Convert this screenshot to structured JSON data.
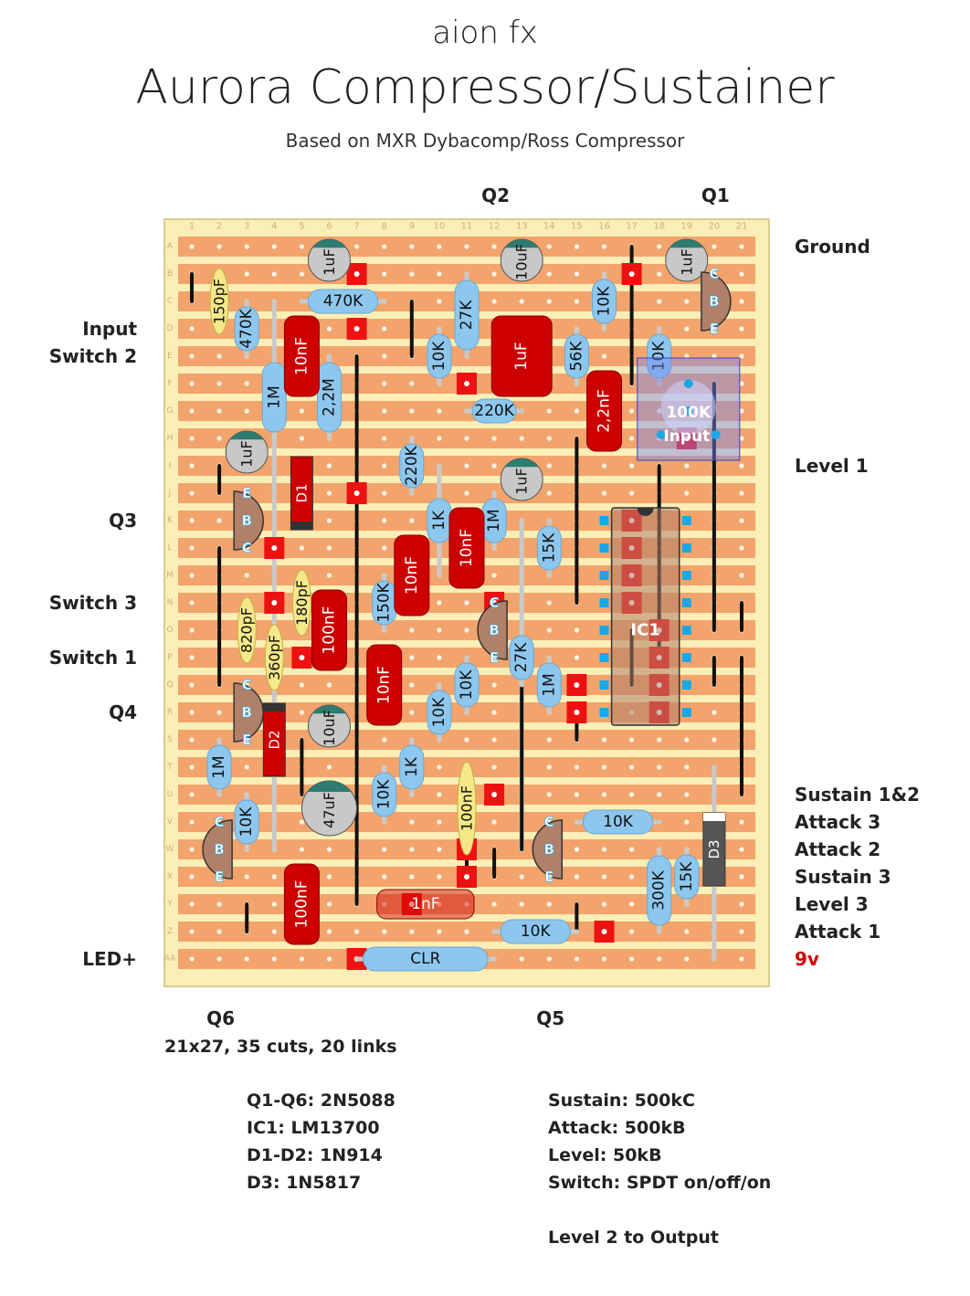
{
  "header": {
    "brand": "aion fx",
    "title": "Aurora Compressor/Sustainer",
    "subtitle": "Based on MXR Dybacomp/Ross Compressor"
  },
  "board": {
    "columns": [
      "1",
      "2",
      "3",
      "4",
      "5",
      "6",
      "7",
      "8",
      "9",
      "10",
      "11",
      "12",
      "13",
      "14",
      "15",
      "16",
      "17",
      "18",
      "19",
      "20",
      "21"
    ],
    "rows": [
      "A",
      "B",
      "C",
      "D",
      "E",
      "F",
      "G",
      "H",
      "I",
      "J",
      "K",
      "L",
      "M",
      "N",
      "O",
      "P",
      "Q",
      "R",
      "S",
      "T",
      "U",
      "V",
      "W",
      "X",
      "Y",
      "Z",
      "AA"
    ],
    "stats": "21x27, 35 cuts, 20 links"
  },
  "colors": {
    "board": "#fbeeb6",
    "strip": "#f2a46c",
    "cut": "#ee1111",
    "resistor": "#8ec7ee",
    "film_cap": "#cc0000",
    "ceramic_cap": "#f5e88a",
    "transistor": "#b0806a",
    "electrolytic": "#c8c8c8",
    "link": "#111111",
    "lead": "#c9c9c9"
  },
  "labels": {
    "top": [
      {
        "text": "Q2",
        "col": 12
      },
      {
        "text": "Q1",
        "col": 20
      }
    ],
    "bottom": [
      {
        "text": "Q6",
        "col": 2
      },
      {
        "text": "Q5",
        "col": 14
      }
    ],
    "left": [
      {
        "text": "Input",
        "row": "D"
      },
      {
        "text": "Switch 2",
        "row": "E"
      },
      {
        "text": "Q3",
        "row": "K"
      },
      {
        "text": "Switch 3",
        "row": "N"
      },
      {
        "text": "Switch 1",
        "row": "P"
      },
      {
        "text": "Q4",
        "row": "R"
      },
      {
        "text": "LED+",
        "row": "AA"
      }
    ],
    "right": [
      {
        "text": "Ground",
        "row": "A",
        "color": ""
      },
      {
        "text": "Level 1",
        "row": "I",
        "color": ""
      },
      {
        "text": "Sustain 1&2",
        "row": "U",
        "color": ""
      },
      {
        "text": "Attack 3",
        "row": "V",
        "color": ""
      },
      {
        "text": "Attack 2",
        "row": "W",
        "color": ""
      },
      {
        "text": "Sustain 3",
        "row": "X",
        "color": ""
      },
      {
        "text": "Level 3",
        "row": "Y",
        "color": ""
      },
      {
        "text": "Attack 1",
        "row": "Z",
        "color": ""
      },
      {
        "text": "9v",
        "row": "AA",
        "color": "red"
      }
    ]
  },
  "components": {
    "resistors": [
      {
        "label": "470K",
        "c1": 3,
        "r1": "C",
        "c2": 3,
        "r2": "E"
      },
      {
        "label": "1M",
        "c1": 4,
        "r1": "E",
        "c2": 4,
        "r2": "H"
      },
      {
        "label": "2,2M",
        "c1": 6,
        "r1": "E",
        "c2": 6,
        "r2": "H"
      },
      {
        "label": "470K",
        "c1": 5,
        "r1": "C",
        "c2": 8,
        "r2": "C"
      },
      {
        "label": "10K",
        "c1": 10,
        "r1": "D",
        "c2": 10,
        "r2": "F"
      },
      {
        "label": "27K",
        "c1": 11,
        "r1": "B",
        "c2": 11,
        "r2": "E"
      },
      {
        "label": "220K",
        "c1": 11,
        "r1": "G",
        "c2": 13,
        "r2": "G"
      },
      {
        "label": "220K",
        "c1": 9,
        "r1": "H",
        "c2": 9,
        "r2": "J"
      },
      {
        "label": "10K",
        "c1": 16,
        "r1": "B",
        "c2": 16,
        "r2": "D"
      },
      {
        "label": "56K",
        "c1": 15,
        "r1": "D",
        "c2": 15,
        "r2": "F"
      },
      {
        "label": "10K",
        "c1": 18,
        "r1": "D",
        "c2": 18,
        "r2": "F"
      },
      {
        "label": "1K",
        "c1": 10,
        "r1": "J",
        "c2": 10,
        "r2": "L"
      },
      {
        "label": "1M",
        "c1": 12,
        "r1": "J",
        "c2": 12,
        "r2": "L"
      },
      {
        "label": "15K",
        "c1": 14,
        "r1": "K",
        "c2": 14,
        "r2": "M"
      },
      {
        "label": "150K",
        "c1": 8,
        "r1": "M",
        "c2": 8,
        "r2": "O"
      },
      {
        "label": "27K",
        "c1": 13,
        "r1": "O",
        "c2": 13,
        "r2": "Q"
      },
      {
        "label": "1M",
        "c1": 14,
        "r1": "P",
        "c2": 14,
        "r2": "R"
      },
      {
        "label": "10K",
        "c1": 10,
        "r1": "Q",
        "c2": 10,
        "r2": "S"
      },
      {
        "label": "10K",
        "c1": 11,
        "r1": "P",
        "c2": 11,
        "r2": "R"
      },
      {
        "label": "1K",
        "c1": 9,
        "r1": "S",
        "c2": 9,
        "r2": "U"
      },
      {
        "label": "10K",
        "c1": 8,
        "r1": "T",
        "c2": 8,
        "r2": "V"
      },
      {
        "label": "1M",
        "c1": 2,
        "r1": "S",
        "c2": 2,
        "r2": "U"
      },
      {
        "label": "10K",
        "c1": 3,
        "r1": "U",
        "c2": 3,
        "r2": "W"
      },
      {
        "label": "10K",
        "c1": 15,
        "r1": "V",
        "c2": 18,
        "r2": "V"
      },
      {
        "label": "300K",
        "c1": 18,
        "r1": "W",
        "c2": 18,
        "r2": "Z"
      },
      {
        "label": "15K",
        "c1": 19,
        "r1": "W",
        "c2": 19,
        "r2": "Y"
      },
      {
        "label": "10K",
        "c1": 12,
        "r1": "Z",
        "c2": 15,
        "r2": "Z"
      },
      {
        "label": "CLR",
        "c1": 7,
        "r1": "AA",
        "c2": 12,
        "r2": "AA"
      }
    ],
    "film_caps": [
      {
        "label": "10nF",
        "col": 5,
        "r1": "D",
        "r2": "F"
      },
      {
        "label": "1uF",
        "col": 13,
        "r1": "D",
        "r2": "F"
      },
      {
        "label": "2,2nF",
        "col": 16,
        "r1": "F",
        "r2": "H"
      },
      {
        "label": "10nF",
        "col": 11,
        "r1": "K",
        "r2": "M"
      },
      {
        "label": "10nF",
        "col": 9,
        "r1": "L",
        "r2": "N"
      },
      {
        "label": "100nF",
        "col": 6,
        "r1": "N",
        "r2": "P"
      },
      {
        "label": "10nF",
        "col": 8,
        "r1": "P",
        "r2": "R"
      },
      {
        "label": "100nF",
        "col": 5,
        "r1": "X",
        "r2": "Z"
      }
    ],
    "ceramic_caps": [
      {
        "label": "150pF",
        "col": 2,
        "r1": "B",
        "r2": "D"
      },
      {
        "label": "180pF",
        "col": 5,
        "r1": "M",
        "r2": "O"
      },
      {
        "label": "820pF",
        "col": 3,
        "r1": "N",
        "r2": "P"
      },
      {
        "label": "360pF",
        "col": 4,
        "r1": "O",
        "r2": "Q"
      },
      {
        "label": "100nF",
        "col": 11,
        "r1": "T",
        "r2": "W"
      }
    ],
    "h_cap": {
      "label": "1nF",
      "c1": 8,
      "c2": 11,
      "row": "Y"
    },
    "electrolytics": [
      {
        "label": "1uF",
        "col": 6,
        "row": "A",
        "rot": -90
      },
      {
        "label": "10uF",
        "col": 13,
        "row": "A",
        "rot": -90
      },
      {
        "label": "1uF",
        "col": 19,
        "row": "A",
        "rot": -90
      },
      {
        "label": "1uF",
        "col": 3,
        "row": "H",
        "rot": -90
      },
      {
        "label": "1uF",
        "col": 13,
        "row": "I",
        "rot": -90
      },
      {
        "label": "10uF",
        "col": 6,
        "row": "R",
        "rot": -90
      },
      {
        "label": "47uF",
        "col": 6,
        "row": "U",
        "rot": -90
      }
    ],
    "transistors": [
      {
        "col": 20,
        "rows": [
          "B",
          "C",
          "D"
        ],
        "pins": [
          "C",
          "B",
          "E"
        ],
        "flat": "left"
      },
      {
        "col": 3,
        "rows": [
          "J",
          "K",
          "L"
        ],
        "pins": [
          "E",
          "B",
          "C"
        ],
        "flat": "left"
      },
      {
        "col": 12,
        "rows": [
          "N",
          "O",
          "P"
        ],
        "pins": [
          "C",
          "B",
          "E"
        ],
        "flat": "right"
      },
      {
        "col": 3,
        "rows": [
          "Q",
          "R",
          "S"
        ],
        "pins": [
          "C",
          "B",
          "E"
        ],
        "flat": "left"
      },
      {
        "col": 2,
        "rows": [
          "V",
          "W",
          "X"
        ],
        "pins": [
          "C",
          "B",
          "E"
        ],
        "flat": "right"
      },
      {
        "col": 14,
        "rows": [
          "V",
          "W",
          "X"
        ],
        "pins": [
          "C",
          "B",
          "E"
        ],
        "flat": "right"
      }
    ],
    "diodes": [
      {
        "label": "D1",
        "col": 5,
        "r1": "I",
        "r2": "K",
        "band": "bottom"
      },
      {
        "label": "D2",
        "col": 4,
        "r1": "R",
        "r2": "T",
        "band": "top"
      },
      {
        "label": "D3",
        "col": 20,
        "r1": "V",
        "r2": "X",
        "band": "top"
      }
    ],
    "ic": {
      "label": "IC1",
      "c1": 17,
      "c2": 18,
      "r1": "K",
      "r2": "R"
    },
    "trimmer": {
      "value": "100K",
      "name": "Input",
      "col": 19,
      "row": "F"
    }
  },
  "links": [
    {
      "col": 1,
      "r1": "B",
      "r2": "C"
    },
    {
      "col": 9,
      "r1": "C",
      "r2": "E"
    },
    {
      "col": 7,
      "r1": "E",
      "r2": "Y"
    },
    {
      "col": 17,
      "r1": "A",
      "r2": "F"
    },
    {
      "col": 15,
      "r1": "H",
      "r2": "N"
    },
    {
      "col": 18,
      "r1": "I",
      "r2": "P"
    },
    {
      "col": 20,
      "r1": "F",
      "r2": "O"
    },
    {
      "col": 2,
      "r1": "I",
      "r2": "J"
    },
    {
      "col": 2,
      "r1": "L",
      "r2": "Q"
    },
    {
      "col": 5,
      "r1": "S",
      "r2": "U"
    },
    {
      "col": 11,
      "r1": "U",
      "r2": "X"
    },
    {
      "col": 12,
      "r1": "W",
      "r2": "X"
    },
    {
      "col": 21,
      "r1": "N",
      "r2": "O"
    },
    {
      "col": 21,
      "r1": "P",
      "r2": "U"
    },
    {
      "col": 20,
      "r1": "P",
      "r2": "Q"
    },
    {
      "col": 15,
      "r1": "R",
      "r2": "S"
    },
    {
      "col": 3,
      "r1": "Y",
      "r2": "Z"
    },
    {
      "col": 15,
      "r1": "Y",
      "r2": "Z"
    },
    {
      "col": 17,
      "r1": "O",
      "r2": "Q"
    },
    {
      "col": 13,
      "r1": "Q",
      "r2": "W"
    }
  ],
  "bare_wires": [
    {
      "col": 4,
      "r1": "C",
      "r2": "W"
    },
    {
      "col": 13,
      "r1": "K",
      "r2": "W"
    },
    {
      "col": 20,
      "r1": "T",
      "r2": "AA"
    },
    {
      "col": 10,
      "r1": "I",
      "r2": "M"
    }
  ],
  "cuts": [
    {
      "col": 7,
      "row": "B"
    },
    {
      "col": 7,
      "row": "D"
    },
    {
      "col": 17,
      "row": "B"
    },
    {
      "col": 11,
      "row": "F"
    },
    {
      "col": 7,
      "row": "J"
    },
    {
      "col": 4,
      "row": "L"
    },
    {
      "col": 4,
      "row": "N"
    },
    {
      "col": 12,
      "row": "N"
    },
    {
      "col": 5,
      "row": "P"
    },
    {
      "col": 15,
      "row": "Q"
    },
    {
      "col": 15,
      "row": "R"
    },
    {
      "col": 12,
      "row": "U"
    },
    {
      "col": 11,
      "row": "W"
    },
    {
      "col": 11,
      "row": "X"
    },
    {
      "col": 16,
      "row": "Z"
    },
    {
      "col": 19,
      "row": "H"
    },
    {
      "col": 7,
      "row": "AA"
    },
    {
      "col": 9,
      "row": "Y"
    },
    {
      "col": 17,
      "row": "K"
    },
    {
      "col": 17,
      "row": "L"
    },
    {
      "col": 17,
      "row": "M"
    },
    {
      "col": 17,
      "row": "N"
    },
    {
      "col": 18,
      "row": "O"
    },
    {
      "col": 18,
      "row": "P"
    },
    {
      "col": 18,
      "row": "Q"
    },
    {
      "col": 18,
      "row": "R"
    }
  ],
  "notes": {
    "left": [
      "Q1-Q6: 2N5088",
      "IC1: LM13700",
      "D1-D2: 1N914",
      "D3: 1N5817"
    ],
    "right": [
      "Sustain: 500kC",
      "Attack: 500kB",
      "Level: 50kB",
      "Switch: SPDT on/off/on",
      "",
      "Level 2 to Output"
    ]
  }
}
